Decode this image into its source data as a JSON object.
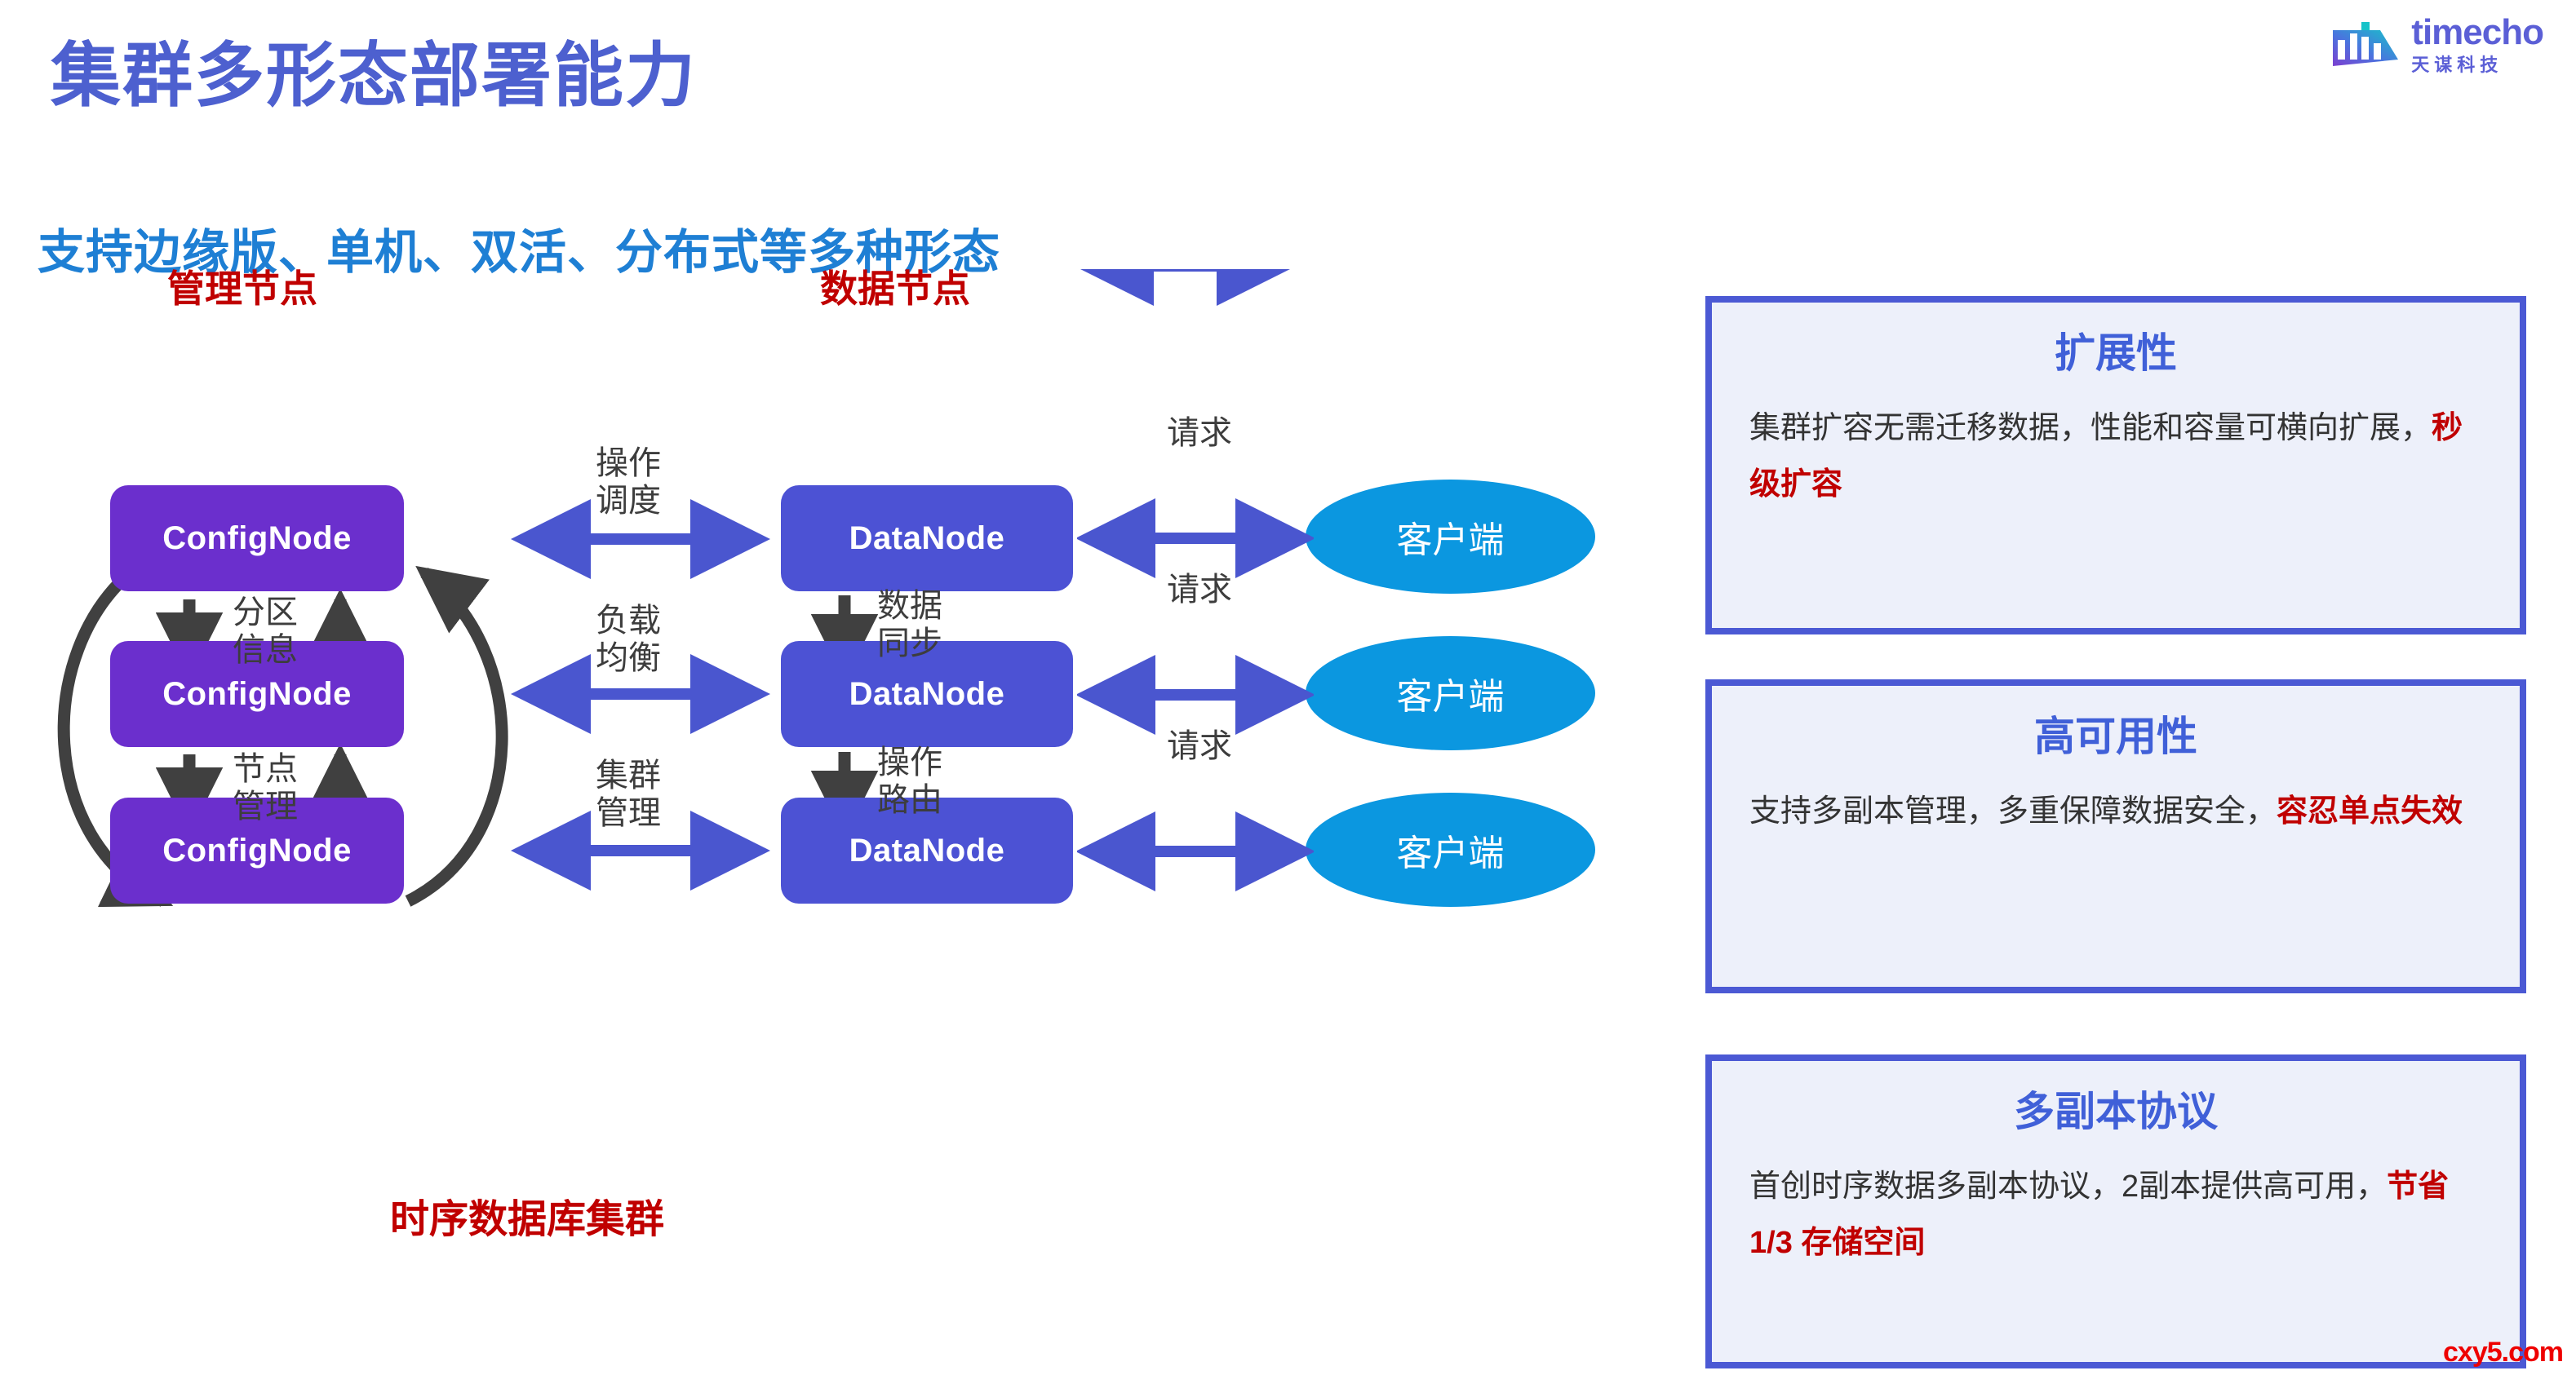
{
  "header": {
    "title": "集群多形态部署能力",
    "subtitle": "支持边缘版、单机、双活、分布式等多种形态",
    "brand_name": "timecho",
    "brand_cn": "天谋科技"
  },
  "diagram": {
    "manage_label": "管理节点",
    "data_label": "数据节点",
    "cluster_caption": "时序数据库集群",
    "config_nodes": [
      "ConfigNode",
      "ConfigNode",
      "ConfigNode"
    ],
    "data_nodes": [
      "DataNode",
      "DataNode",
      "DataNode"
    ],
    "clients": [
      "客户端",
      "客户端",
      "客户端"
    ],
    "edge_labels": {
      "operation_schedule": "操作\n调度",
      "load_balance": "负载\n均衡",
      "cluster_manage": "集群\n管理",
      "partition_info": "分区\n信息",
      "node_manage": "节点\n管理",
      "data_sync": "数据\n同步",
      "operation_route": "操作\n路由",
      "request_1": "请求",
      "request_2": "请求",
      "request_3": "请求"
    }
  },
  "cards": [
    {
      "title": "扩展性",
      "body_plain": "集群扩容无需迁移数据，性能和容量可横向扩展，",
      "body_strong": "秒级扩容"
    },
    {
      "title": "高可用性",
      "body_plain": "支持多副本管理，多重保障数据安全，",
      "body_strong": "容忍单点失效"
    },
    {
      "title": "多副本协议",
      "body_plain": "首创时序数据多副本协议，2副本提供高可用，",
      "body_strong": "节省 1/3 存储空间"
    }
  ],
  "watermark": "cxy5.com",
  "colors": {
    "title_blue": "#4d60cf",
    "subtitle_blue": "#1e7fd4",
    "config_node_purple": "#6b2fcd",
    "data_node_blue": "#4c52d4",
    "client_cyan": "#0b97e0",
    "label_red": "#c00000",
    "card_border": "#4b59d4",
    "card_bg": "#edf0fa",
    "arrow_blue": "#4a56cf",
    "arrow_dark": "#404040"
  }
}
